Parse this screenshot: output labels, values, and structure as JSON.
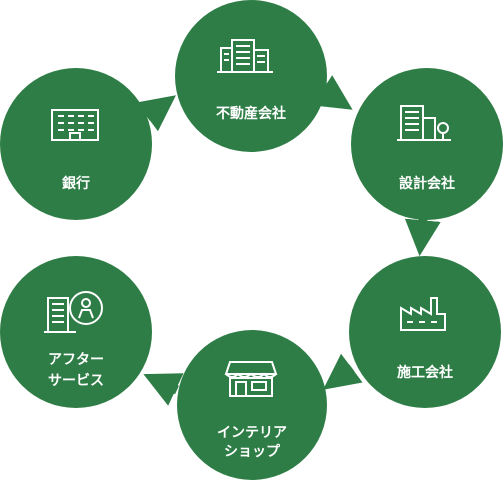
{
  "colors": {
    "node_fill": "#2e7d46",
    "arrow": "#2e7d46",
    "icon": "#ffffff"
  },
  "nodes": [
    {
      "id": "realestate",
      "icon": "office-buildings-icon",
      "label_lines": [
        "不動産会社"
      ]
    },
    {
      "id": "design",
      "icon": "tall-building-icon",
      "label_lines": [
        "設計会社"
      ]
    },
    {
      "id": "construction",
      "icon": "factory-icon",
      "label_lines": [
        "施工会社"
      ]
    },
    {
      "id": "interior",
      "icon": "storefront-icon",
      "label_lines": [
        "インテリア",
        "ショップ"
      ]
    },
    {
      "id": "aftercare",
      "icon": "building-person-icon",
      "label_lines": [
        "アフター",
        "サービス"
      ]
    },
    {
      "id": "bank",
      "icon": "bank-building-icon",
      "label_lines": [
        "銀行"
      ]
    }
  ]
}
